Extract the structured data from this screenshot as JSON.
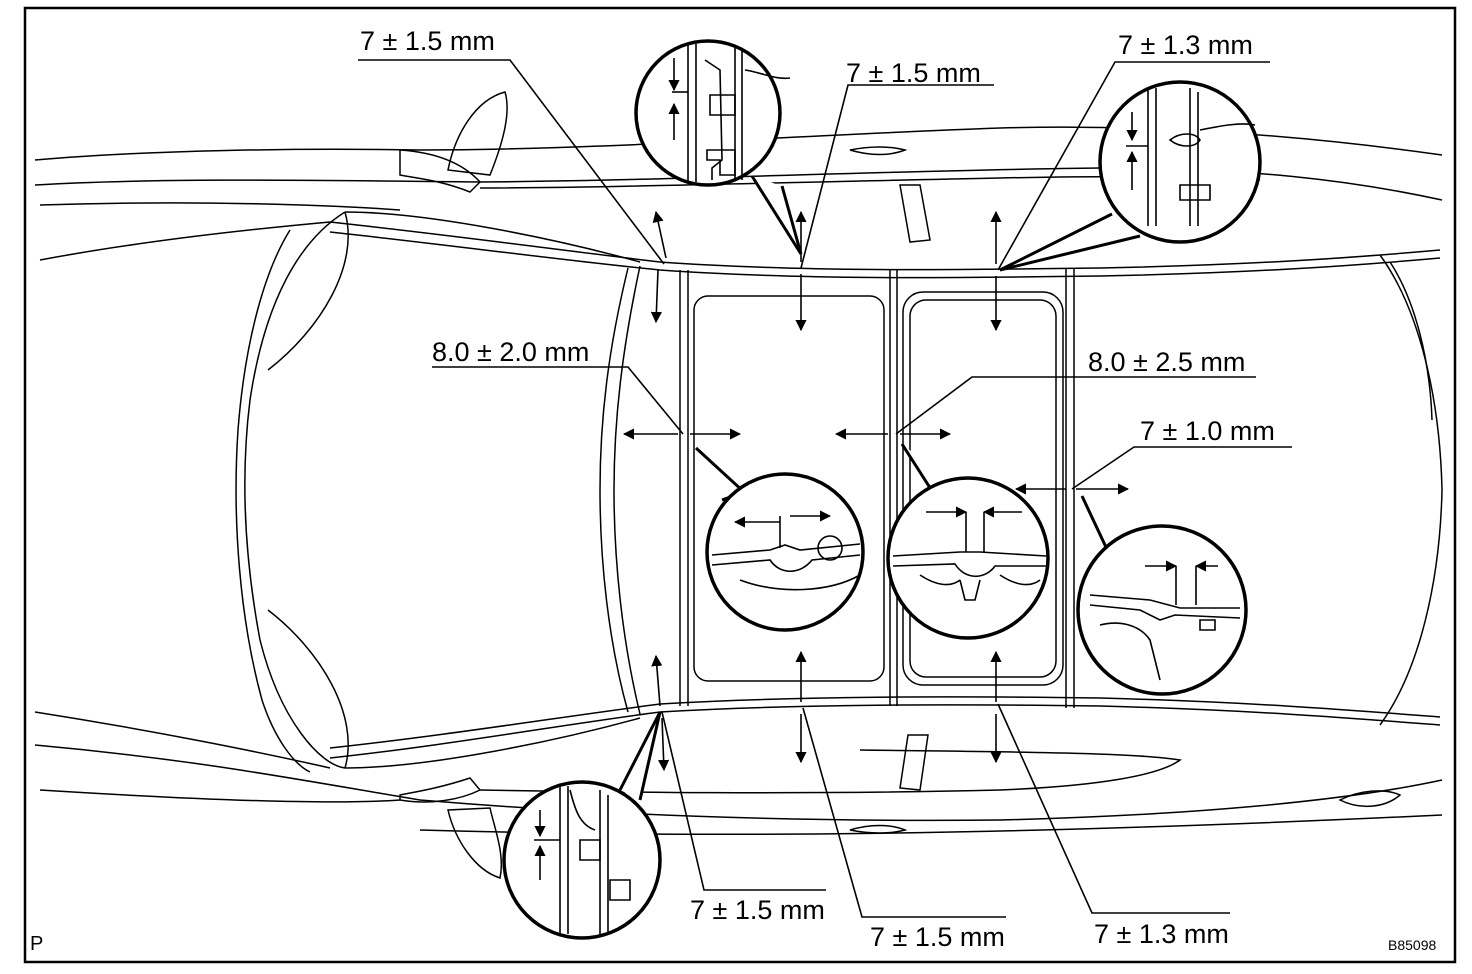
{
  "colors": {
    "ink": "#000000",
    "paper": "#ffffff"
  },
  "labels": {
    "top_left": "7 ± 1.5 mm",
    "top_center": "7 ± 1.5 mm",
    "top_right": "7 ± 1.3 mm",
    "mid_left": "8.0 ± 2.0 mm",
    "mid_center": "8.0 ± 2.5 mm",
    "mid_right": "7 ± 1.0 mm",
    "bottom_left": "7 ± 1.5 mm",
    "bottom_center": "7 ± 1.5 mm",
    "bottom_right": "7 ± 1.3 mm"
  },
  "corner": {
    "left": "P",
    "right": "B85098"
  }
}
